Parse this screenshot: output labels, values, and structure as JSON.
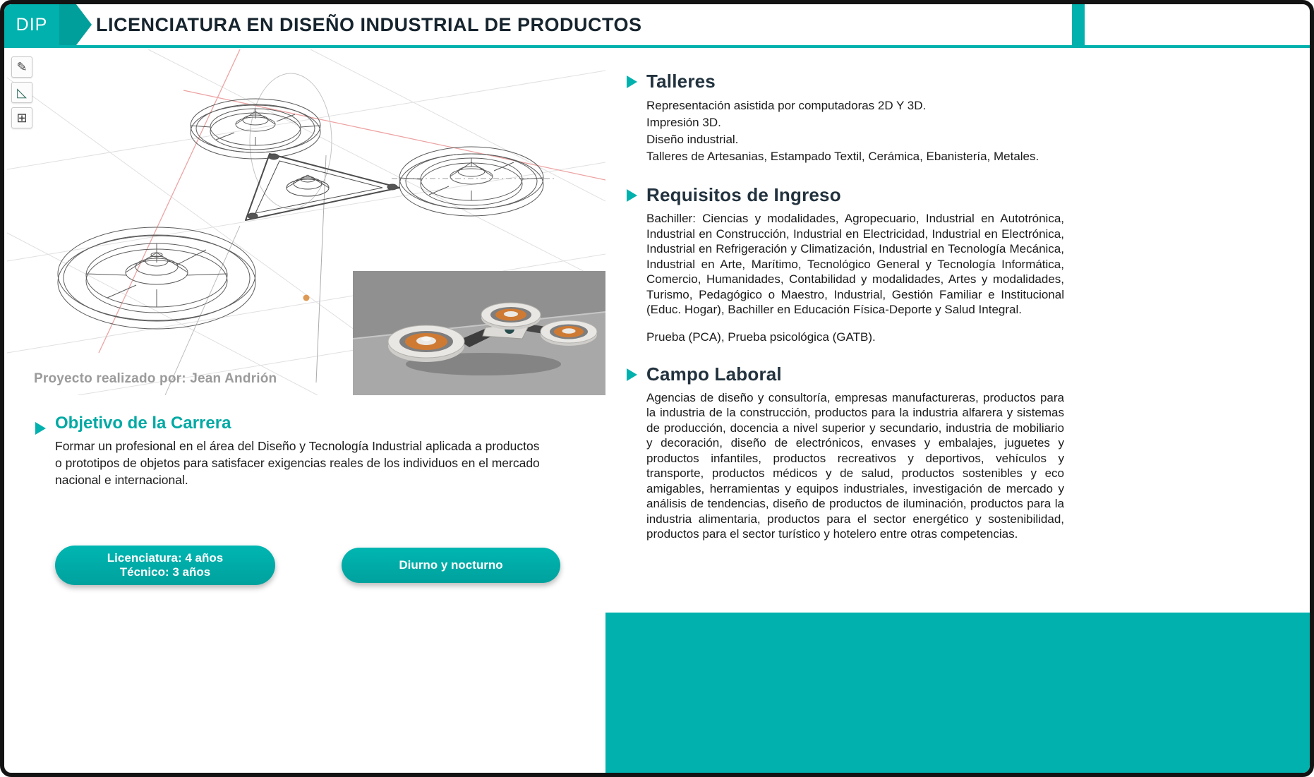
{
  "colors": {
    "accent": "#00b1ad",
    "accent_dark": "#009f9b",
    "title_text": "#16242e",
    "body_text": "#1b1b1b",
    "caption_gray": "#9b9b9b",
    "render_orange": "#cf7a33"
  },
  "header": {
    "badge": "DIP",
    "title": "LICENCIATURA EN DISEÑO INDUSTRIAL DE PRODUCTOS"
  },
  "viewport": {
    "caption": "Proyecto realizado por: Jean Andrión",
    "tools": [
      {
        "name": "pencil-tool-icon",
        "glyph": "✎"
      },
      {
        "name": "protractor-tool-icon",
        "glyph": "◺"
      },
      {
        "name": "add-frame-tool-icon",
        "glyph": "⊞"
      }
    ]
  },
  "objective": {
    "heading": "Objetivo de la Carrera",
    "body": "Formar un profesional en el área del Diseño y Tecnología Industrial aplicada a productos o prototipos de objetos para satisfacer exigencias reales de los individuos en el mercado nacional e internacional."
  },
  "badges": [
    {
      "line1": "Licenciatura: 4 años",
      "line2": "Técnico: 3 años"
    },
    {
      "line1": "Diurno y nocturno"
    }
  ],
  "sections": [
    {
      "heading": "Talleres",
      "items": [
        "Representación asistida por computadoras 2D Y 3D.",
        "Impresión 3D.",
        "Diseño industrial.",
        "Talleres de Artesanias, Estampado Textil, Cerámica, Ebanistería, Metales."
      ]
    },
    {
      "heading": "Requisitos de Ingreso",
      "body": "Bachiller: Ciencias y modalidades, Agropecuario, Industrial en Autotrónica, Industrial en Construcción, Industrial en Electricidad, Industrial en Electrónica, Industrial en Refrigeración y Climatización, Industrial en Tecnología Mecánica, Industrial en Arte, Marítimo, Tecnológico General y Tecnología Informática, Comercio, Humanidades, Contabilidad y modalidades, Artes y modalidades, Turismo, Pedagógico o Maestro, Industrial, Gestión Familiar e Institucional (Educ. Hogar), Bachiller en Educación Física-Deporte y Salud Integral.",
      "note": "Prueba (PCA), Prueba psicológica (GATB)."
    },
    {
      "heading": "Campo Laboral",
      "body": "Agencias de diseño y consultoría, empresas manufactureras, productos para la industria de la construcción, productos para la industria alfarera y sistemas de producción, docencia a nivel superior y secundario, industria de mobiliario y decoración, diseño de electrónicos, envases y embalajes, juguetes y productos infantiles, productos recreativos y deportivos, vehículos y transporte, productos médicos y de salud, productos sostenibles y eco amigables, herramientas y equipos industriales, investigación de mercado y análisis de tendencias, diseño de productos de iluminación, productos para la industria alimentaria, productos para el sector energético y sostenibilidad, productos para el sector turístico y hotelero entre otras competencias."
    }
  ]
}
